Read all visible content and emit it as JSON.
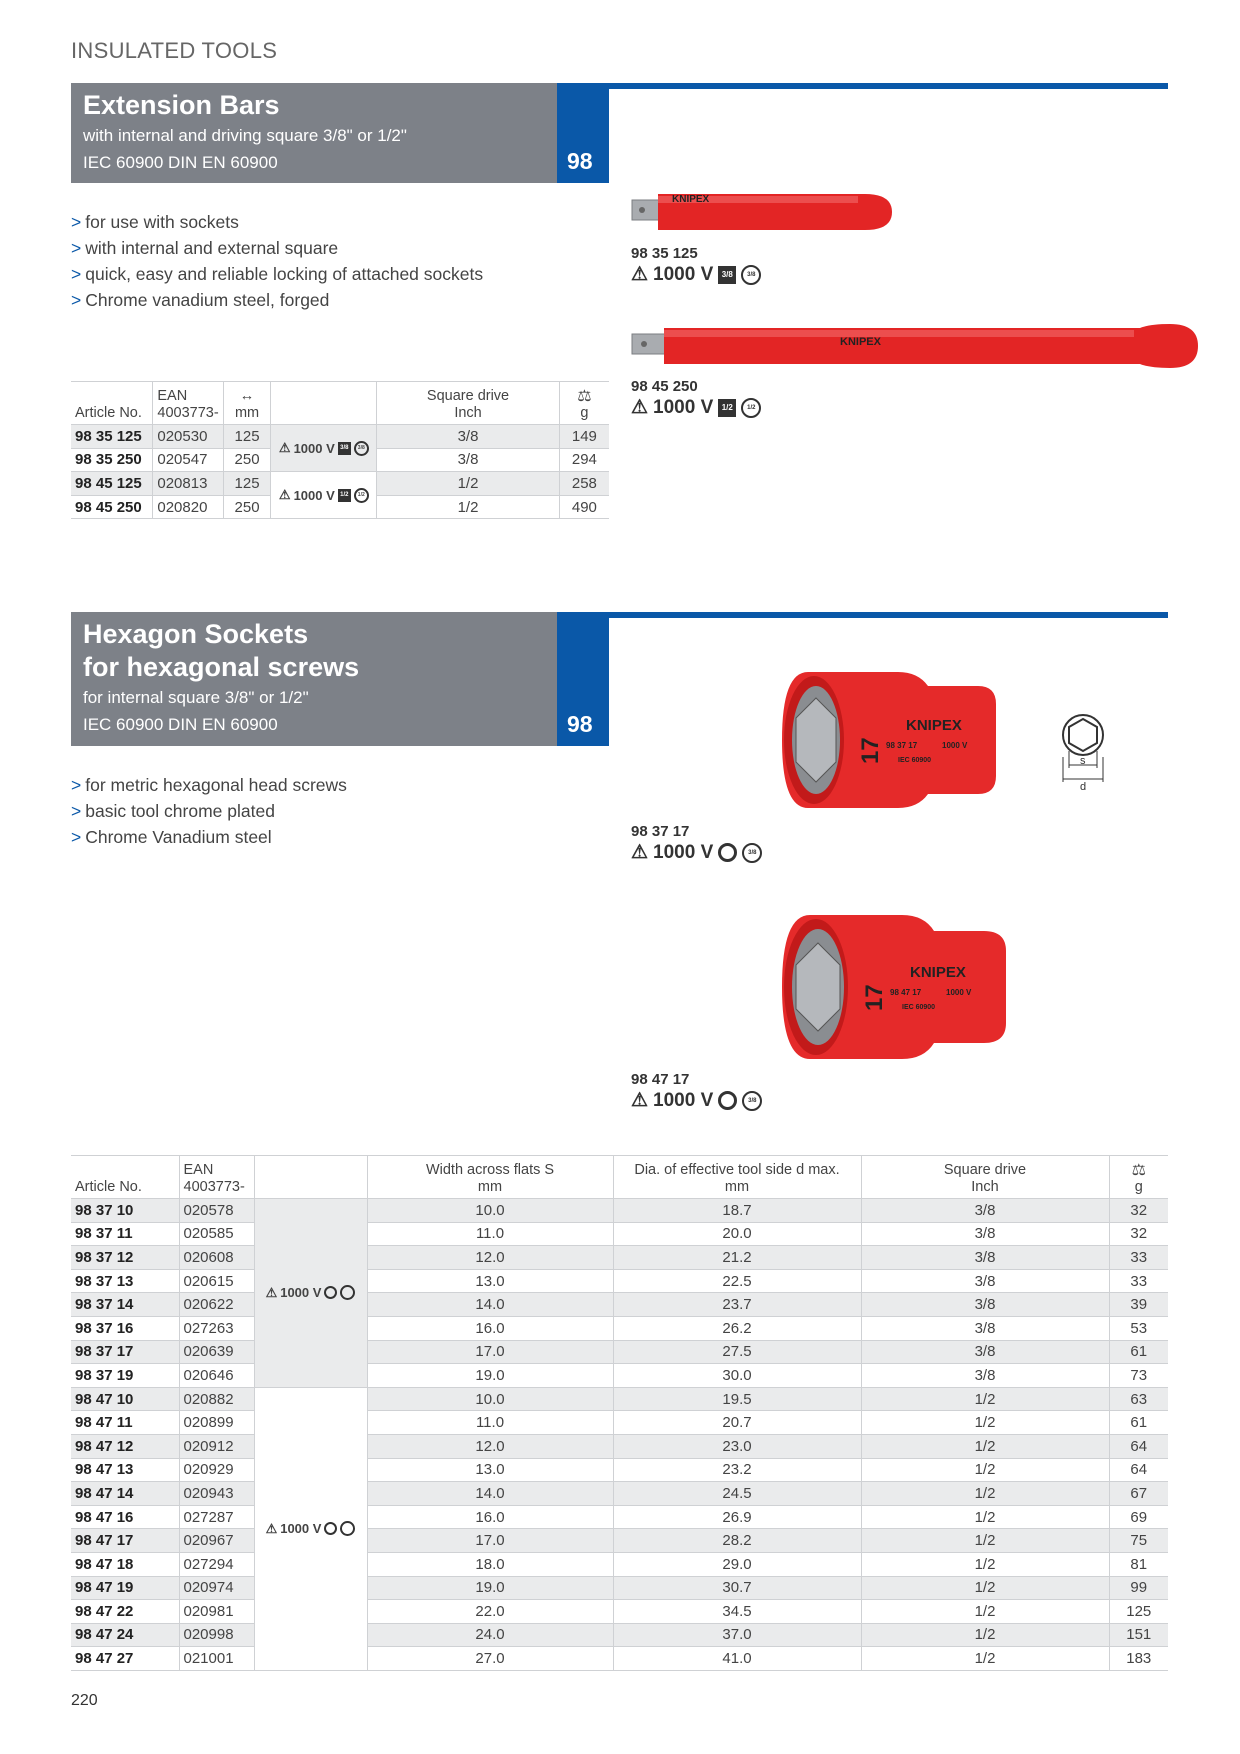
{
  "category": "INSULATED TOOLS",
  "page_number": "220",
  "section1": {
    "title": "Extension Bars",
    "subtitle": "with internal and driving square 3/8\" or 1/2\"",
    "standards": "IEC 60900   DIN EN 60900",
    "number": "98",
    "features": [
      "for use with sockets",
      "with internal and external square",
      "quick, easy and reliable locking of attached sockets",
      "Chrome vanadium steel, forged"
    ],
    "products": [
      {
        "code": "98 35 125",
        "voltage": "1000 V",
        "square": "3/8",
        "brand": "KNIPEX"
      },
      {
        "code": "98 45 250",
        "voltage": "1000 V",
        "square": "1/2",
        "brand": "KNIPEX"
      }
    ],
    "table": {
      "headers": {
        "article": "Article No.",
        "ean1": "EAN",
        "ean2": "4003773-",
        "arrow": "↔",
        "mm": "mm",
        "sq1": "Square drive",
        "sq2": "Inch",
        "weight": "g"
      },
      "rows": [
        {
          "article": "98 35 125",
          "ean": "020530",
          "mm": "125",
          "square": "3/8",
          "g": "149"
        },
        {
          "article": "98 35 250",
          "ean": "020547",
          "mm": "250",
          "square": "3/8",
          "g": "294"
        },
        {
          "article": "98 45 125",
          "ean": "020813",
          "mm": "125",
          "square": "1/2",
          "g": "258"
        },
        {
          "article": "98 45 250",
          "ean": "020820",
          "mm": "250",
          "square": "1/2",
          "g": "490"
        }
      ],
      "group_label": "1000 V"
    }
  },
  "section2": {
    "title1": "Hexagon Sockets",
    "title2": "for hexagonal screws",
    "subtitle": "for internal square 3/8\" or 1/2\"",
    "standards": "IEC 60900   DIN EN 60900",
    "number": "98",
    "features": [
      "for metric hexagonal head screws",
      "basic tool chrome plated",
      "Chrome Vanadium steel"
    ],
    "diagram": {
      "s": "s",
      "d": "d"
    },
    "products": [
      {
        "code": "98 37 17",
        "voltage": "1000 V",
        "size": "17",
        "brand": "KNIPEX",
        "mark": "98 37 17",
        "mark_v": "1000 V",
        "iec": "IEC 60900"
      },
      {
        "code": "98 47 17",
        "voltage": "1000 V",
        "size": "17",
        "brand": "KNIPEX",
        "mark": "98 47 17",
        "mark_v": "1000 V",
        "iec": "IEC 60900"
      }
    ],
    "table": {
      "headers": {
        "article": "Article No.",
        "ean1": "EAN",
        "ean2": "4003773-",
        "w1": "Width across flats S",
        "w2": "mm",
        "d1": "Dia. of effective tool side d max.",
        "d2": "mm",
        "sq1": "Square drive",
        "sq2": "Inch",
        "weight": "g"
      },
      "group_label": "1000 V",
      "rows": [
        {
          "article": "98 37 10",
          "ean": "020578",
          "s": "10.0",
          "d": "18.7",
          "square": "3/8",
          "g": "32"
        },
        {
          "article": "98 37 11",
          "ean": "020585",
          "s": "11.0",
          "d": "20.0",
          "square": "3/8",
          "g": "32"
        },
        {
          "article": "98 37 12",
          "ean": "020608",
          "s": "12.0",
          "d": "21.2",
          "square": "3/8",
          "g": "33"
        },
        {
          "article": "98 37 13",
          "ean": "020615",
          "s": "13.0",
          "d": "22.5",
          "square": "3/8",
          "g": "33"
        },
        {
          "article": "98 37 14",
          "ean": "020622",
          "s": "14.0",
          "d": "23.7",
          "square": "3/8",
          "g": "39"
        },
        {
          "article": "98 37 16",
          "ean": "027263",
          "s": "16.0",
          "d": "26.2",
          "square": "3/8",
          "g": "53"
        },
        {
          "article": "98 37 17",
          "ean": "020639",
          "s": "17.0",
          "d": "27.5",
          "square": "3/8",
          "g": "61"
        },
        {
          "article": "98 37 19",
          "ean": "020646",
          "s": "19.0",
          "d": "30.0",
          "square": "3/8",
          "g": "73"
        },
        {
          "article": "98 47 10",
          "ean": "020882",
          "s": "10.0",
          "d": "19.5",
          "square": "1/2",
          "g": "63"
        },
        {
          "article": "98 47 11",
          "ean": "020899",
          "s": "11.0",
          "d": "20.7",
          "square": "1/2",
          "g": "61"
        },
        {
          "article": "98 47 12",
          "ean": "020912",
          "s": "12.0",
          "d": "23.0",
          "square": "1/2",
          "g": "64"
        },
        {
          "article": "98 47 13",
          "ean": "020929",
          "s": "13.0",
          "d": "23.2",
          "square": "1/2",
          "g": "64"
        },
        {
          "article": "98 47 14",
          "ean": "020943",
          "s": "14.0",
          "d": "24.5",
          "square": "1/2",
          "g": "67"
        },
        {
          "article": "98 47 16",
          "ean": "027287",
          "s": "16.0",
          "d": "26.9",
          "square": "1/2",
          "g": "69"
        },
        {
          "article": "98 47 17",
          "ean": "020967",
          "s": "17.0",
          "d": "28.2",
          "square": "1/2",
          "g": "75"
        },
        {
          "article": "98 47 18",
          "ean": "027294",
          "s": "18.0",
          "d": "29.0",
          "square": "1/2",
          "g": "81"
        },
        {
          "article": "98 47 19",
          "ean": "020974",
          "s": "19.0",
          "d": "30.7",
          "square": "1/2",
          "g": "99"
        },
        {
          "article": "98 47 22",
          "ean": "020981",
          "s": "22.0",
          "d": "34.5",
          "square": "1/2",
          "g": "125"
        },
        {
          "article": "98 47 24",
          "ean": "020998",
          "s": "24.0",
          "d": "37.0",
          "square": "1/2",
          "g": "151"
        },
        {
          "article": "98 47 27",
          "ean": "021001",
          "s": "27.0",
          "d": "41.0",
          "square": "1/2",
          "g": "183"
        }
      ]
    }
  }
}
